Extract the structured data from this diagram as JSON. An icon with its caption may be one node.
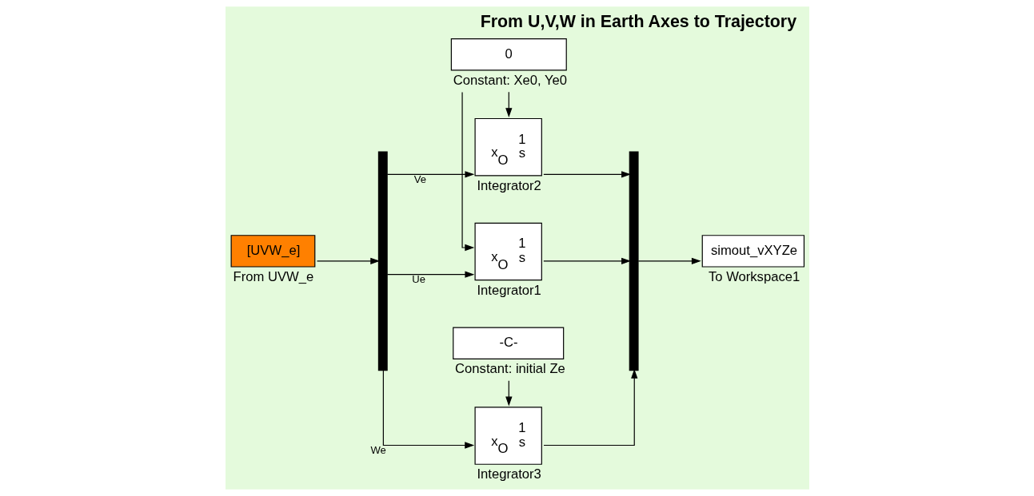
{
  "diagram": {
    "title": "From U,V,W in Earth Axes to Trajectory",
    "nodes": [
      {
        "text": [
          "[UVW_e]"
        ],
        "beside": [
          "From UVW_e"
        ]
      },
      {
        "text": [],
        "shape": "bar"
      },
      {
        "text": [
          "0"
        ],
        "beside": [
          "Constant: Xe0, Ye0"
        ]
      },
      {
        "text": [
          "x$_{O}$",
          "1",
          "s"
        ],
        "beside": [
          "Integrator1"
        ]
      },
      {
        "text": [
          "x$_{O}$",
          "1",
          "s"
        ],
        "beside": [
          "Integrator2"
        ]
      },
      {
        "text": [
          "x$_{O}$",
          "1",
          "s"
        ],
        "beside": [
          "Integrator3"
        ]
      },
      {
        "text": [
          "-C-"
        ],
        "beside": [
          "Constant: initial Ze"
        ]
      },
      {
        "text": [],
        "shape": "bar"
      },
      {
        "text": [
          "simout_vXYZe"
        ],
        "beside": [
          "To Workspace1"
        ]
      }
    ],
    "edges": [
      {
        "from": 0,
        "to": 1,
        "arrow": "to"
      },
      {
        "from": 1,
        "to": 3,
        "arrow": "to",
        "label": "Ue"
      },
      {
        "from": 1,
        "to": 4,
        "arrow": "to",
        "label": "Ve"
      },
      {
        "from": 1,
        "to": 5,
        "arrow": "to",
        "label": "We"
      },
      {
        "from": 2,
        "to": 3,
        "arrow": "to"
      },
      {
        "from": 2,
        "to": 4,
        "arrow": "to"
      },
      {
        "from": 6,
        "to": 5,
        "arrow": "to"
      },
      {
        "from": 3,
        "to": 7,
        "arrow": "to"
      },
      {
        "from": 4,
        "to": 7,
        "arrow": "to"
      },
      {
        "from": 5,
        "to": 7,
        "arrow": "to"
      },
      {
        "from": 7,
        "to": 8,
        "arrow": "to"
      }
    ]
  }
}
